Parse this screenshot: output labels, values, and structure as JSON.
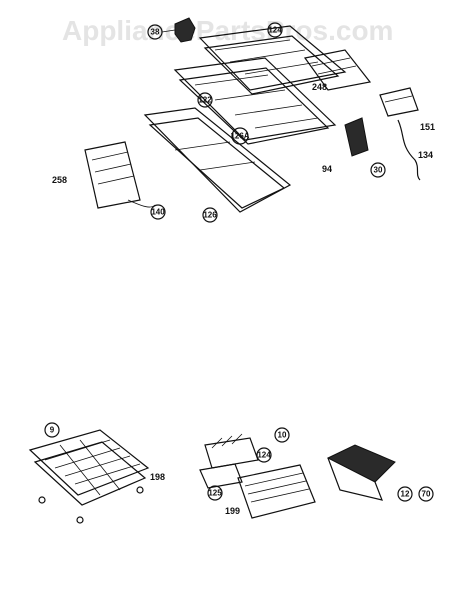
{
  "watermark": "AppliancePartsPros.com",
  "callouts_circled": [
    "38",
    "124",
    "122",
    "126A",
    "126",
    "140",
    "30",
    "9",
    "10",
    "124",
    "125",
    "12",
    "70"
  ],
  "callouts_plain": [
    "248",
    "151",
    "134",
    "94",
    "258",
    "198",
    "199"
  ]
}
